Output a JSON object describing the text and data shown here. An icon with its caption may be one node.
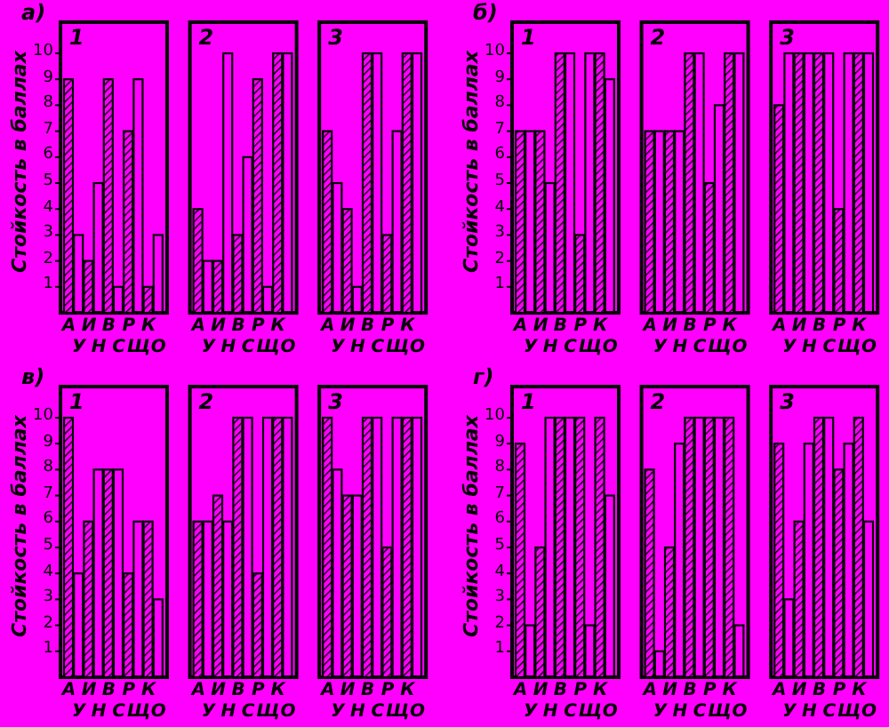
{
  "diagram": {
    "labels": [
      "1",
      "2",
      "3",
      "1",
      "2",
      "3",
      "1",
      "2",
      "3",
      "1",
      "2",
      "3"
    ],
    "chart_data": [
      {
        "type": "bar",
        "title": "а)",
        "ylabel": "Стойкость в баллах",
        "ylim": [
          0,
          11.2
        ],
        "yticks": [
          1,
          2,
          3,
          4,
          5,
          6,
          7,
          8,
          9,
          10
        ],
        "categories": [
          "А",
          "У",
          "И",
          "Н",
          "В",
          "С",
          "Р",
          "Щ",
          "К",
          "О",
          null,
          null,
          null,
          "А",
          "У",
          "И",
          "Н",
          "В",
          "С",
          "Р",
          "Щ",
          "К",
          "О",
          null,
          null,
          null,
          "А",
          "У",
          "И",
          "Н",
          "В",
          "С",
          "Р",
          "Щ",
          "К",
          "О"
        ],
        "values": [
          9,
          3,
          2,
          5,
          9,
          1,
          7,
          9,
          1,
          3,
          null,
          null,
          null,
          4,
          2,
          2,
          10,
          3,
          6,
          9,
          1,
          10,
          10,
          null,
          null,
          null,
          7,
          5,
          4,
          1,
          10,
          10,
          3,
          7,
          10,
          10
        ]
      },
      {
        "type": "bar",
        "title": "б)",
        "ylabel": "Стойкость в баллах",
        "ylim": [
          0,
          11.2
        ],
        "yticks": [
          1,
          2,
          3,
          4,
          5,
          6,
          7,
          8,
          9,
          10
        ],
        "categories": [
          "А",
          "У",
          "И",
          "Н",
          "В",
          "С",
          "Р",
          "Щ",
          "К",
          "О",
          null,
          null,
          null,
          "А",
          "У",
          "И",
          "Н",
          "В",
          "С",
          "Р",
          "Щ",
          "К",
          "О",
          null,
          null,
          null,
          "А",
          "У",
          "И",
          "Н",
          "В",
          "С",
          "Р",
          "Щ",
          "К",
          "О"
        ],
        "values": [
          7,
          7,
          7,
          5,
          10,
          10,
          3,
          10,
          10,
          9,
          null,
          null,
          null,
          7,
          7,
          7,
          7,
          10,
          10,
          5,
          8,
          10,
          10,
          null,
          null,
          null,
          8,
          10,
          10,
          10,
          10,
          10,
          4,
          10,
          10,
          10
        ]
      },
      {
        "type": "bar",
        "title": "в)",
        "ylabel": "Стойкость в баллах",
        "ylim": [
          0,
          11.2
        ],
        "yticks": [
          1,
          2,
          3,
          4,
          5,
          6,
          7,
          8,
          9,
          10
        ],
        "categories": [
          "А",
          "У",
          "И",
          "Н",
          "В",
          "С",
          "Р",
          "Щ",
          "К",
          "О",
          null,
          null,
          null,
          "А",
          "У",
          "И",
          "Н",
          "В",
          "С",
          "Р",
          "Щ",
          "К",
          "О",
          null,
          null,
          null,
          "А",
          "У",
          "И",
          "Н",
          "В",
          "С",
          "Р",
          "Щ",
          "К",
          "О"
        ],
        "values": [
          10,
          4,
          6,
          8,
          8,
          8,
          4,
          6,
          6,
          3,
          null,
          null,
          null,
          6,
          6,
          7,
          6,
          10,
          10,
          4,
          10,
          10,
          10,
          null,
          null,
          null,
          10,
          8,
          7,
          7,
          10,
          10,
          5,
          10,
          10,
          10
        ]
      },
      {
        "type": "bar",
        "title": "г)",
        "ylabel": "Стойкость в баллах",
        "ylim": [
          0,
          11.2
        ],
        "yticks": [
          1,
          2,
          3,
          4,
          5,
          6,
          7,
          8,
          9,
          10
        ],
        "categories": [
          "А",
          "У",
          "И",
          "Н",
          "В",
          "С",
          "Р",
          "Щ",
          "К",
          "О",
          null,
          null,
          null,
          "А",
          "У",
          "И",
          "Н",
          "В",
          "С",
          "Р",
          "Щ",
          "К",
          "О",
          null,
          null,
          null,
          "А",
          "У",
          "И",
          "Н",
          "В",
          "С",
          "Р",
          "Щ",
          "К",
          "О"
        ],
        "values": [
          9,
          2,
          5,
          10,
          10,
          10,
          10,
          2,
          10,
          7,
          null,
          null,
          null,
          8,
          1,
          5,
          9,
          10,
          10,
          10,
          10,
          10,
          2,
          null,
          null,
          null,
          9,
          3,
          6,
          9,
          10,
          10,
          8,
          9,
          10,
          6
        ]
      }
    ]
  }
}
